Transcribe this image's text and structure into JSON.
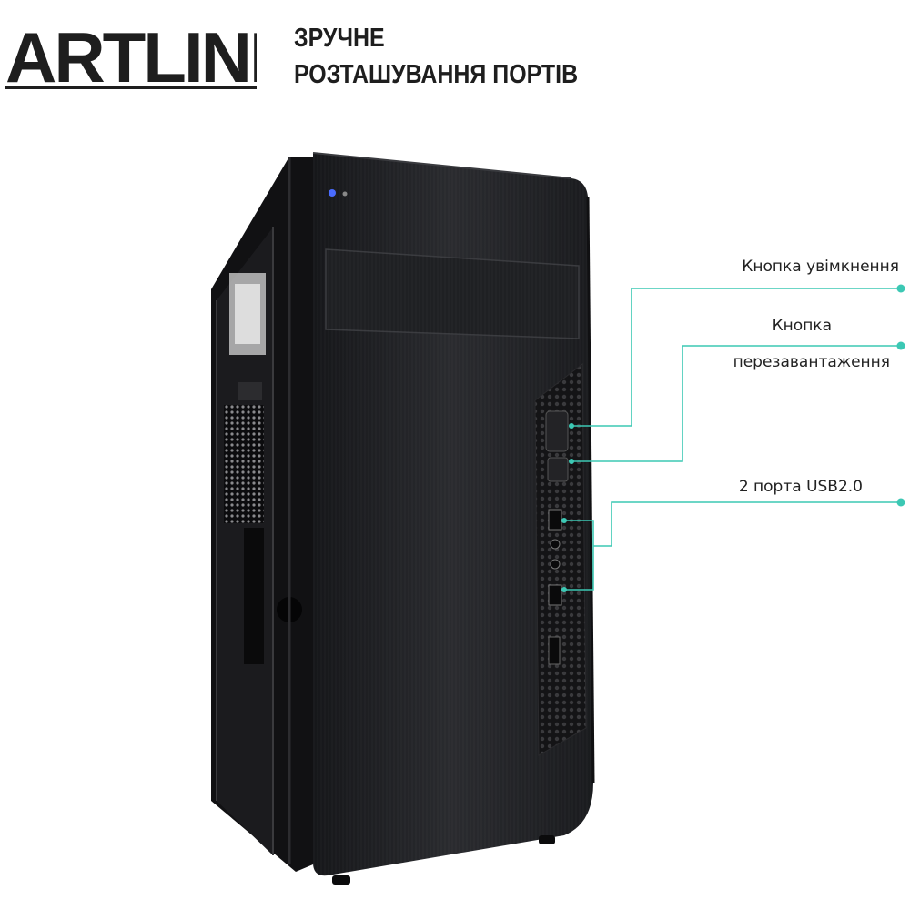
{
  "brand": {
    "logo": "ARTLINE"
  },
  "headline": {
    "line1": "ЗРУЧНЕ",
    "line2": "РОЗТАШУВАННЯ ПОРТІВ"
  },
  "callouts": {
    "power": "Кнопка увімкнення",
    "reset_line1": "Кнопка",
    "reset_line2": "перезавантаження",
    "usb": "2 порта USB2.0"
  },
  "colors": {
    "accent": "#3cc8b4",
    "case": "#1c1d20",
    "power_led": "#4a6cff"
  },
  "icons": [
    "power-led-icon",
    "power-button-icon",
    "reset-button-icon",
    "usb-port-icon",
    "audio-jack-icon"
  ]
}
